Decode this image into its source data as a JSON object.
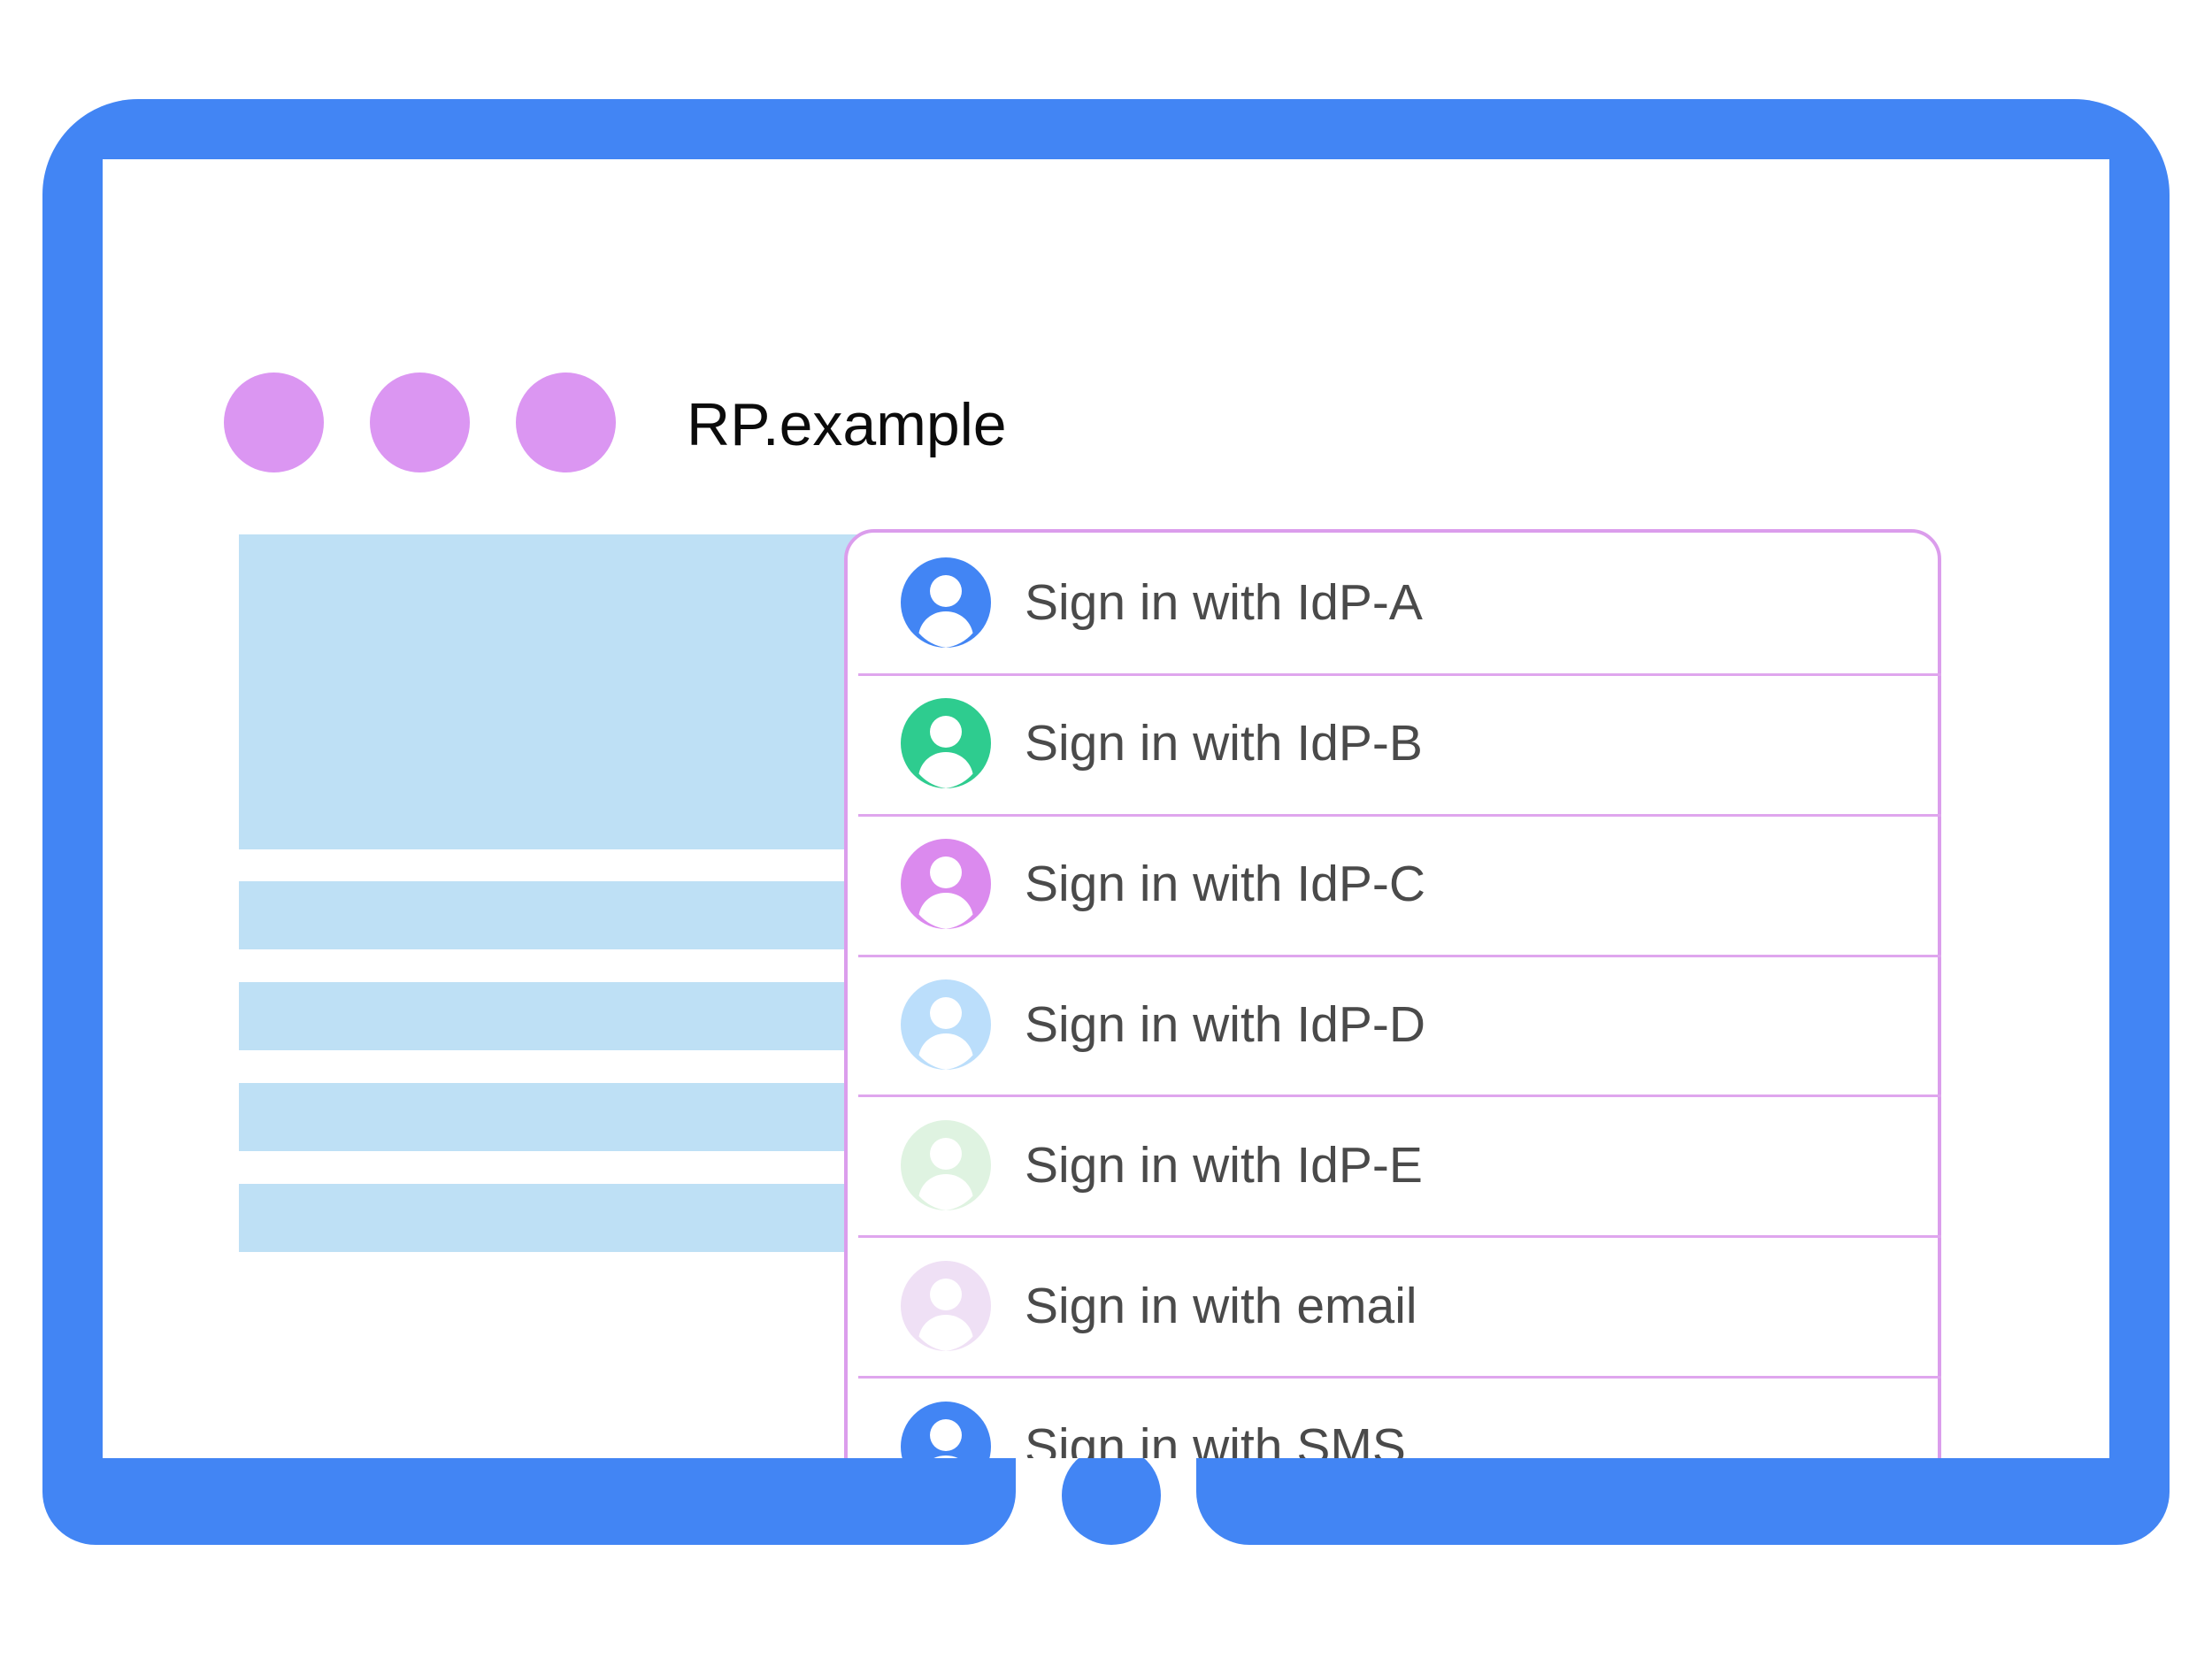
{
  "window": {
    "title": "RP.example",
    "controls": [
      {
        "name": "window-dot-1",
        "color": "#DB96F2"
      },
      {
        "name": "window-dot-2",
        "color": "#DB96F2"
      },
      {
        "name": "window-dot-3",
        "color": "#DB96F2"
      }
    ]
  },
  "colors": {
    "bezel_blue": "#4285F4",
    "placeholder_blue": "#BEE0F5",
    "dialog_border_purple": "#DB9DEC",
    "divider_purple": "#DFA6EE",
    "label_text": "#4a4a4a",
    "title_text": "#0b0b0b"
  },
  "content_placeholders": [
    {
      "name": "placeholder-hero",
      "kind": "hero"
    },
    {
      "name": "placeholder-bar-1",
      "kind": "bar"
    },
    {
      "name": "placeholder-bar-2",
      "kind": "bar"
    },
    {
      "name": "placeholder-bar-3",
      "kind": "bar"
    },
    {
      "name": "placeholder-bar-4",
      "kind": "bar"
    }
  ],
  "account_dialog": {
    "accounts": [
      {
        "label": "Sign in with IdP-A",
        "icon": "account-avatar-icon",
        "color": "#4285F4"
      },
      {
        "label": "Sign in with IdP-B",
        "icon": "account-avatar-icon",
        "color": "#2ECC8F"
      },
      {
        "label": "Sign in with IdP-C",
        "icon": "account-avatar-icon",
        "color": "#DB8AEE"
      },
      {
        "label": "Sign in with IdP-D",
        "icon": "account-avatar-icon",
        "color": "#BBDEFB"
      },
      {
        "label": "Sign in with IdP-E",
        "icon": "account-avatar-icon",
        "color": "#DFF3E1"
      },
      {
        "label": "Sign in with email",
        "icon": "account-avatar-icon",
        "color": "#EFE0F5"
      },
      {
        "label": "Sign in with SMS",
        "icon": "account-avatar-icon",
        "color": "#4285F4"
      }
    ]
  },
  "device": {
    "home_button": "home-button"
  }
}
